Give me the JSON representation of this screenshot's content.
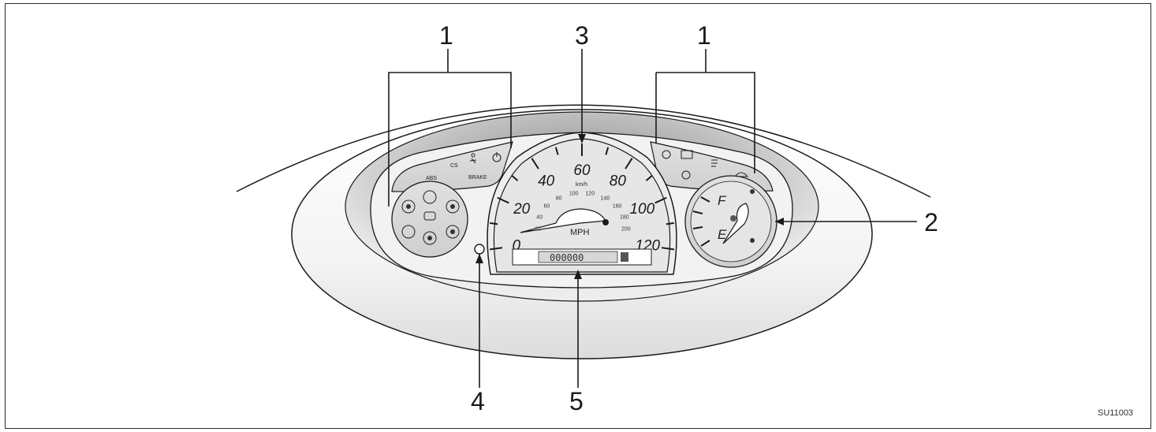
{
  "figure_code": "SU11003",
  "callouts": {
    "left_lamps": "1",
    "right_lamps": "1",
    "fuel_gauge": "2",
    "speedometer": "3",
    "trip_knob": "4",
    "odometer": "5"
  },
  "speedometer": {
    "mph_scale": [
      "0",
      "20",
      "40",
      "60",
      "80",
      "100",
      "120"
    ],
    "kmh_scale": [
      "20",
      "40",
      "60",
      "80",
      "100",
      "120",
      "140",
      "160",
      "180",
      "200"
    ],
    "kmh_unit": "km/h",
    "mph_unit": "MPH"
  },
  "odometer": {
    "digits": "000000"
  },
  "fuel_gauge": {
    "full": "F",
    "empty": "E"
  },
  "warning_labels": {
    "abs": "ABS",
    "cs": "CS",
    "brake": "BRAKE"
  },
  "colors": {
    "panel_gray": "#c9c9c9",
    "light_gray": "#e4e4e4",
    "line": "#1a1a1a"
  }
}
